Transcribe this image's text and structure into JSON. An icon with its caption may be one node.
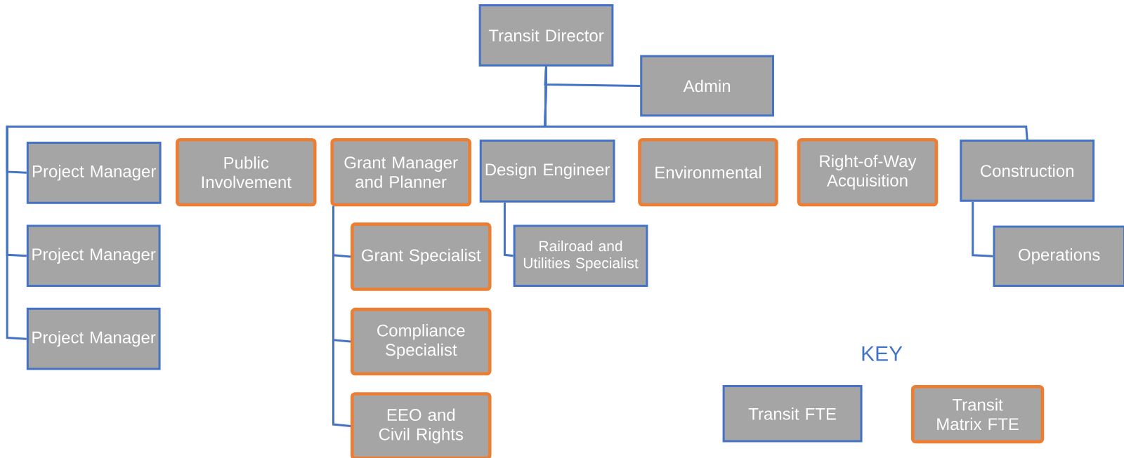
{
  "diagram": {
    "nodes": [
      {
        "text": [
          "Transit Director"
        ]
      },
      {
        "text": [
          "Admin"
        ]
      },
      {
        "text": [
          "Project Manager"
        ]
      },
      {
        "text": [
          "Public Involvement"
        ]
      },
      {
        "text": [
          "Grant Manager and Planner"
        ]
      },
      {
        "text": [
          "Design Engineer"
        ]
      },
      {
        "text": [
          "Environmental"
        ]
      },
      {
        "text": [
          "Right-of-Way Acquisition"
        ]
      },
      {
        "text": [
          "Construction"
        ]
      },
      {
        "text": [
          "Project Manager"
        ]
      },
      {
        "text": [
          "Grant Specialist"
        ]
      },
      {
        "text": [
          "Railroad and Utilities Specialist"
        ]
      },
      {
        "text": [
          "Operations"
        ]
      },
      {
        "text": [
          "Project Manager"
        ]
      },
      {
        "text": [
          "Compliance Specialist"
        ]
      },
      {
        "text": [
          "EEO and Civil Rights"
        ]
      }
    ],
    "edges": [
      {
        "from": 0,
        "to": 1,
        "arrow": "none"
      },
      {
        "from": 0,
        "to": 2,
        "arrow": "none"
      },
      {
        "from": 0,
        "to": 9,
        "arrow": "none"
      },
      {
        "from": 0,
        "to": 13,
        "arrow": "none"
      },
      {
        "from": 0,
        "to": 8,
        "arrow": "none"
      },
      {
        "from": 4,
        "to": 10,
        "arrow": "none"
      },
      {
        "from": 4,
        "to": 14,
        "arrow": "none"
      },
      {
        "from": 4,
        "to": 15,
        "arrow": "none"
      },
      {
        "from": 5,
        "to": 11,
        "arrow": "none"
      },
      {
        "from": 8,
        "to": 12,
        "arrow": "none"
      }
    ],
    "labels": [
      "KEY"
    ],
    "legend": [
      {
        "text": "Transit FTE",
        "color": "#4472c4"
      },
      {
        "text": "Transit Matrix FTE",
        "color": "#ed7d31"
      }
    ]
  }
}
